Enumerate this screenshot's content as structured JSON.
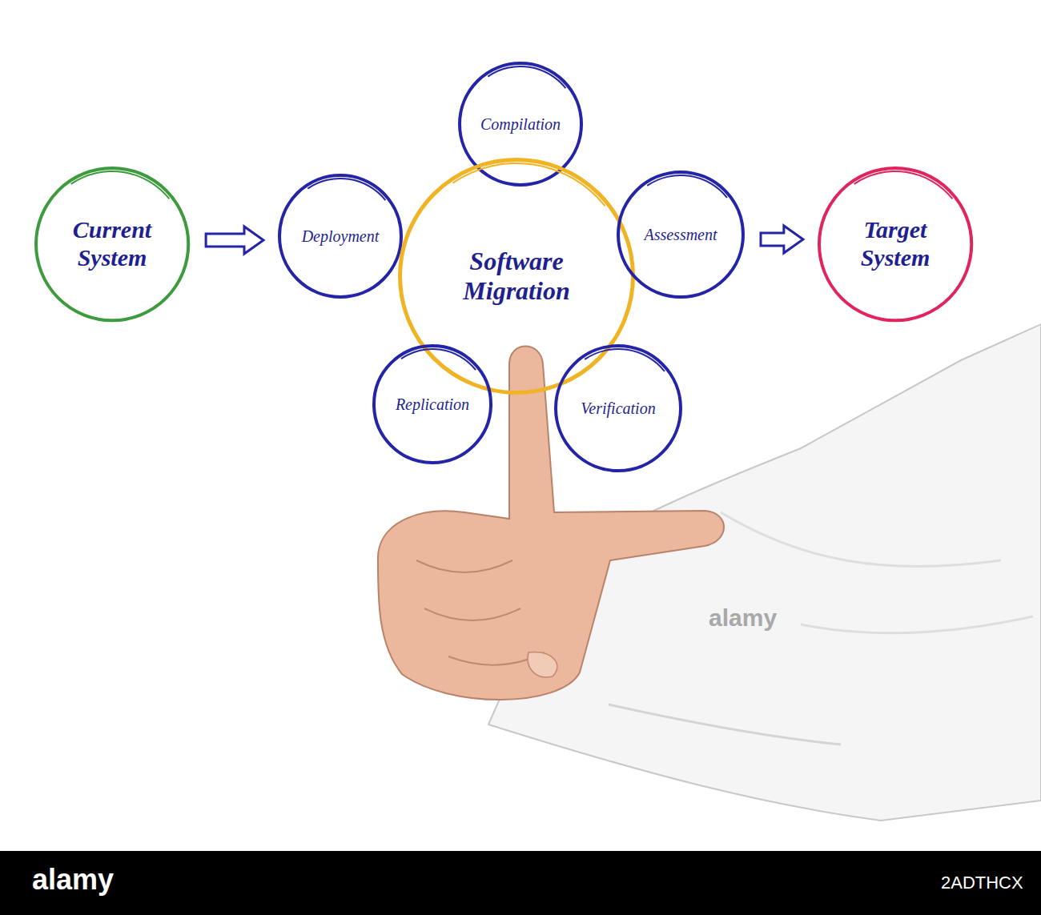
{
  "diagram": {
    "nodes": [
      {
        "text": [
          "Current System"
        ]
      },
      {
        "text": [
          "Compilation"
        ]
      },
      {
        "text": [
          "Deployment"
        ]
      },
      {
        "text": [
          "Software Migration"
        ]
      },
      {
        "text": [
          "Assessment"
        ]
      },
      {
        "text": [
          "Replication"
        ]
      },
      {
        "text": [
          "Verification"
        ]
      },
      {
        "text": [
          "Target System"
        ]
      }
    ],
    "edges": [
      {
        "from": 0,
        "to": 2,
        "arrow": "to"
      },
      {
        "from": 4,
        "to": 7,
        "arrow": "to"
      }
    ],
    "labels": [
      "alamy",
      "alamy",
      "2ADTHCX"
    ]
  }
}
